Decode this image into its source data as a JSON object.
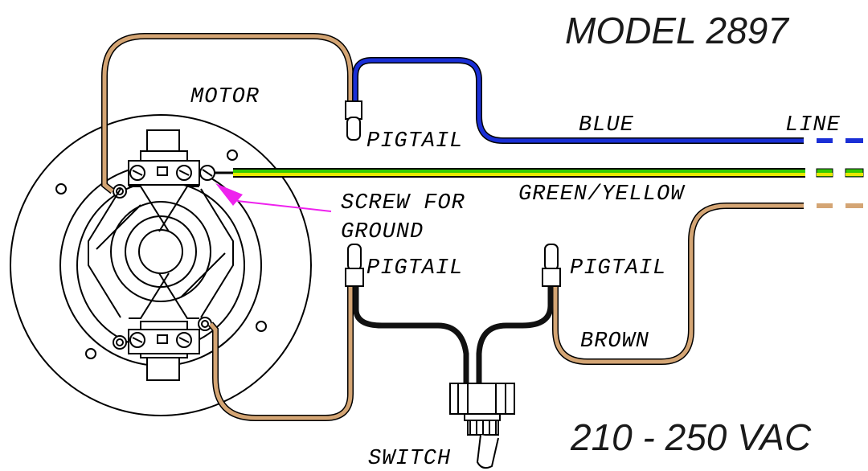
{
  "title": "MODEL 2897",
  "voltage": "210 - 250 VAC",
  "labels": {
    "motor": "MOTOR",
    "pigtail_top": "PIGTAIL",
    "pigtail_left": "PIGTAIL",
    "pigtail_right": "PIGTAIL",
    "blue": "BLUE",
    "line": "LINE",
    "green_yellow": "GREEN/YELLOW",
    "screw_line1": "SCREW FOR",
    "screw_line2": "GROUND",
    "brown": "BROWN",
    "switch": "SWITCH"
  },
  "colors": {
    "tan_wire": "#d4a574",
    "blue_wire": "#1a2fd6",
    "green_wire": "#33cc00",
    "yellow_wire": "#e8e800",
    "black_wire": "#111111",
    "arrow": "#ee22ee"
  }
}
